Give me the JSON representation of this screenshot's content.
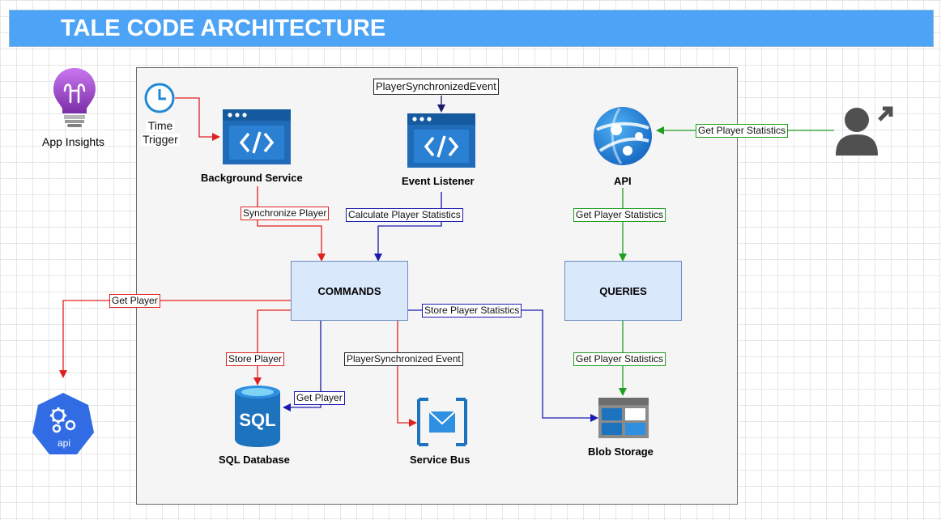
{
  "title": "TALE CODE ARCHITECTURE",
  "nodes": {
    "app_insights": "App Insights",
    "time_trigger_line1": "Time",
    "time_trigger_line2": "Trigger",
    "background_service": "Background Service",
    "event_listener": "Event Listener",
    "api": "API",
    "commands": "COMMANDS",
    "queries": "QUERIES",
    "sql_database": "SQL Database",
    "service_bus": "Service Bus",
    "blob_storage": "Blob Storage",
    "api_badge": "api"
  },
  "edges": {
    "player_synchronized_event_top": "PlayerSynchronizedEvent",
    "get_player_statistics_user": "Get Player Statistics",
    "synchronize_player": "Synchronize Player",
    "calculate_player_statistics": "Calculate Player Statistics",
    "get_player_statistics_api": "Get Player Statistics",
    "get_player_left": "Get Player",
    "store_player_statistics": "Store Player Statistics",
    "store_player": "Store Player",
    "get_player_sql": "Get Player",
    "player_synchronized_event_bus": "PlayerSynchronized Event",
    "get_player_statistics_blob": "Get Player Statistics"
  },
  "colors": {
    "title_bar": "#4da3f5",
    "red_flow": "#e02020",
    "blue_flow": "#1a1ab0",
    "green_flow": "#1f9e1f",
    "box_fill": "#dae8fc"
  }
}
